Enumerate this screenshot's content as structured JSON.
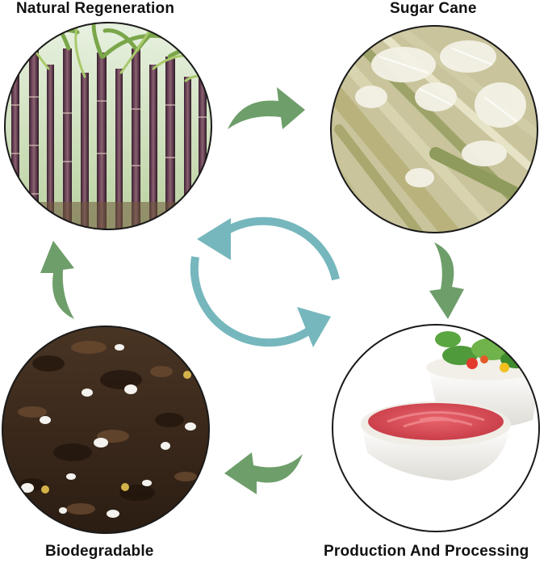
{
  "stages": {
    "top_left": {
      "label": "Natural Regeneration",
      "picture": "sugarcane-field"
    },
    "top_right": {
      "label": "Sugar Cane",
      "picture": "bagasse-fiber"
    },
    "bottom_right": {
      "label": "Production And Processing",
      "picture": "bagasse-bowls"
    },
    "bottom_left": {
      "label": "Biodegradable",
      "picture": "soil"
    }
  },
  "colors": {
    "outer_arrows": "#6e9e6a",
    "center_cycle": "#76b7bd",
    "circle_border": "#1a1a1a"
  },
  "icons": {
    "outer": "curved-arrow-icon",
    "center": "recycle-cycle-icon"
  }
}
